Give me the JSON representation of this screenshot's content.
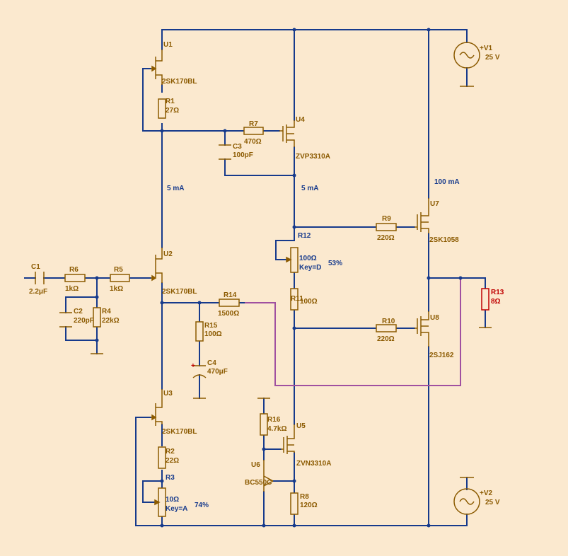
{
  "components": {
    "U1": {
      "ref": "U1",
      "model": "2SK170BL"
    },
    "U2": {
      "ref": "U2",
      "model": "2SK170BL"
    },
    "U3": {
      "ref": "U3",
      "model": "2SK170BL"
    },
    "U4": {
      "ref": "U4",
      "model": "ZVP3310A"
    },
    "U5": {
      "ref": "U5",
      "model": "ZVN3310A"
    },
    "U6": {
      "ref": "U6",
      "model": "BC550C"
    },
    "U7": {
      "ref": "U7",
      "model": "2SK1058"
    },
    "U8": {
      "ref": "U8",
      "model": "2SJ162"
    },
    "R1": {
      "ref": "R1",
      "value": "27Ω"
    },
    "R2": {
      "ref": "R2",
      "value": "22Ω"
    },
    "R3": {
      "ref": "R3",
      "value": "10Ω",
      "key": "Key=A",
      "pct": "74%"
    },
    "R4": {
      "ref": "R4",
      "value": "22kΩ"
    },
    "R5": {
      "ref": "R5",
      "value": "1kΩ"
    },
    "R6": {
      "ref": "R6",
      "value": "1kΩ"
    },
    "R7": {
      "ref": "R7",
      "value": "470Ω"
    },
    "R8": {
      "ref": "R8",
      "value": "120Ω"
    },
    "R9": {
      "ref": "R9",
      "value": "220Ω"
    },
    "R10": {
      "ref": "R10",
      "value": "220Ω"
    },
    "R11": {
      "ref": "R11",
      "value": "100Ω"
    },
    "R12": {
      "ref": "R12",
      "value": "100Ω",
      "key": "Key=D",
      "pct": "53%"
    },
    "R13": {
      "ref": "R13",
      "value": "8Ω"
    },
    "R14": {
      "ref": "R14",
      "value": "1500Ω"
    },
    "R15": {
      "ref": "R15",
      "value": "100Ω"
    },
    "R16": {
      "ref": "R16",
      "value": "4.7kΩ"
    },
    "C1": {
      "ref": "C1",
      "value": "2.2μF"
    },
    "C2": {
      "ref": "C2",
      "value": "220pF"
    },
    "C3": {
      "ref": "C3",
      "value": "100pF"
    },
    "C4": {
      "ref": "C4",
      "value": "470μF"
    },
    "V1": {
      "ref": "+V1",
      "value": "25 V"
    },
    "V2": {
      "ref": "+V2",
      "value": "25 V"
    }
  },
  "annotations": {
    "i_left": "5 mA",
    "i_mid": "5 mA",
    "i_out": "100 mA",
    "plus": "+"
  }
}
